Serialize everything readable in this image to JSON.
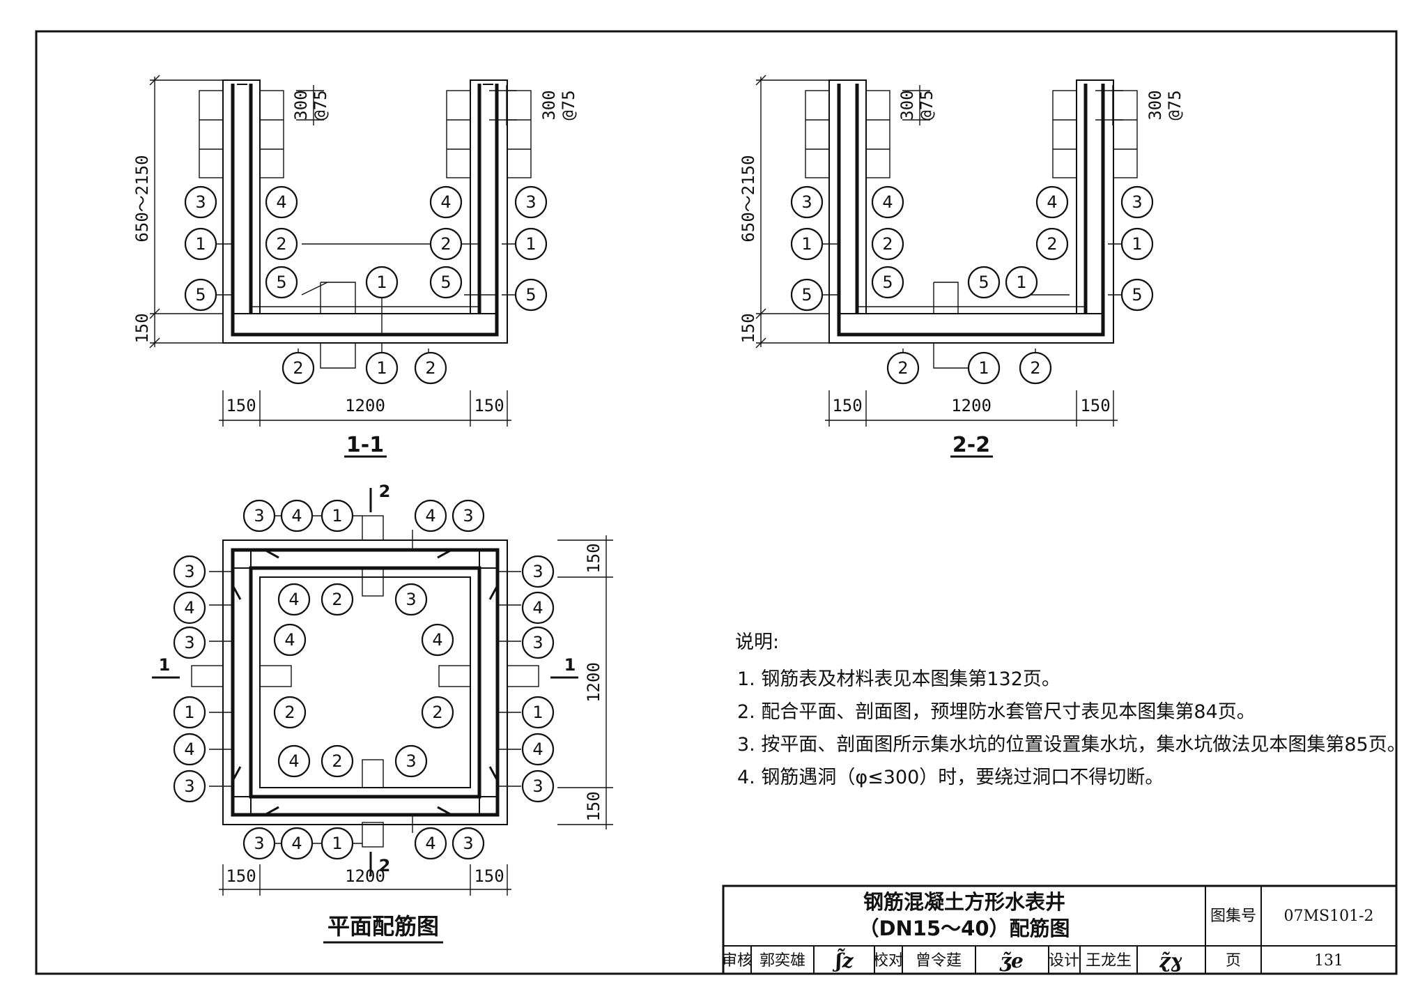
{
  "views": {
    "section_1": {
      "title": "1-1",
      "height_dim": "650～2150",
      "base_dim": "150",
      "spacing_dim": "300",
      "bar_spacing": "@75",
      "width_dims": [
        "150",
        "1200",
        "150"
      ]
    },
    "section_2": {
      "title": "2-2",
      "height_dim": "650～2150",
      "base_dim": "150",
      "spacing_dim": "300",
      "bar_spacing": "@75",
      "width_dims": [
        "150",
        "1200",
        "150"
      ]
    },
    "plan": {
      "title": "平面配筋图",
      "width_dims": [
        "150",
        "1200",
        "150"
      ],
      "height_dims": [
        "150",
        "1200",
        "150"
      ],
      "section_mark_1": "1",
      "section_mark_2": "2"
    }
  },
  "notes": {
    "heading": "说明:",
    "items": [
      "1. 钢筋表及材料表见本图集第132页。",
      "2. 配合平面、剖面图，预埋防水套管尺寸表见本图集第84页。",
      "3. 按平面、剖面图所示集水坑的位置设置集水坑，集水坑做法见本图集第85页。",
      "4. 钢筋遇洞（φ≤300）时，要绕过洞口不得切断。"
    ]
  },
  "title_block": {
    "title_line1": "钢筋混凝土方形水表井",
    "title_line2": "（DN15～40）配筋图",
    "atlas_label": "图集号",
    "atlas_no": "07MS101-2",
    "page_label": "页",
    "page_no": "131",
    "review_label": "审核",
    "reviewer": "郭奕雄",
    "check_label": "校对",
    "checker": "曾令莛",
    "design_label": "设计",
    "designer": "王龙生"
  }
}
